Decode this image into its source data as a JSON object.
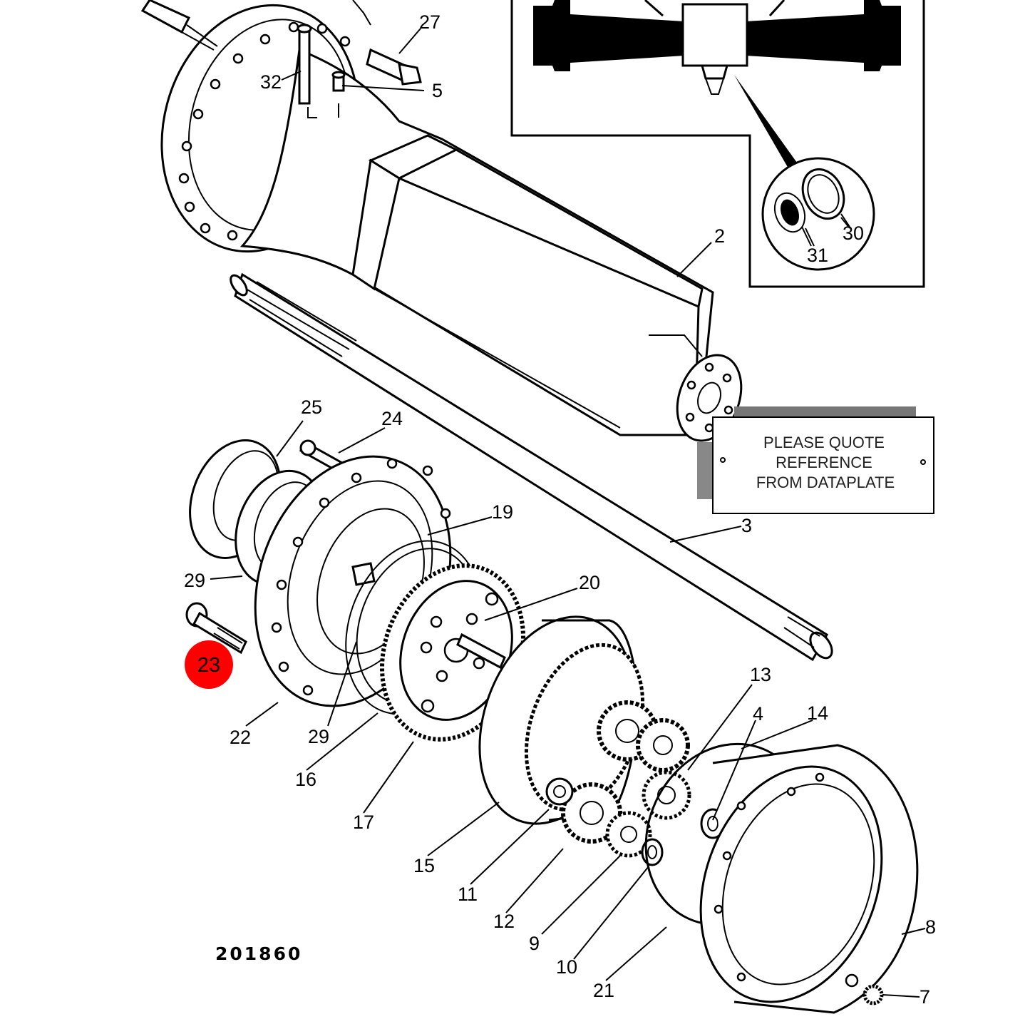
{
  "drawing_number": "201860",
  "dataplate": {
    "lines": [
      "PLEASE QUOTE",
      "REFERENCE",
      "FROM DATAPLATE"
    ]
  },
  "highlighted_part": {
    "label": "23",
    "color": "#ff0000"
  },
  "callouts": [
    "27",
    "32",
    "5",
    "2",
    "30",
    "31",
    "25",
    "24",
    "19",
    "3",
    "29",
    "20",
    "22",
    "29",
    "16",
    "17",
    "13",
    "4",
    "14",
    "15",
    "11",
    "12",
    "9",
    "10",
    "21",
    "8",
    "7"
  ]
}
